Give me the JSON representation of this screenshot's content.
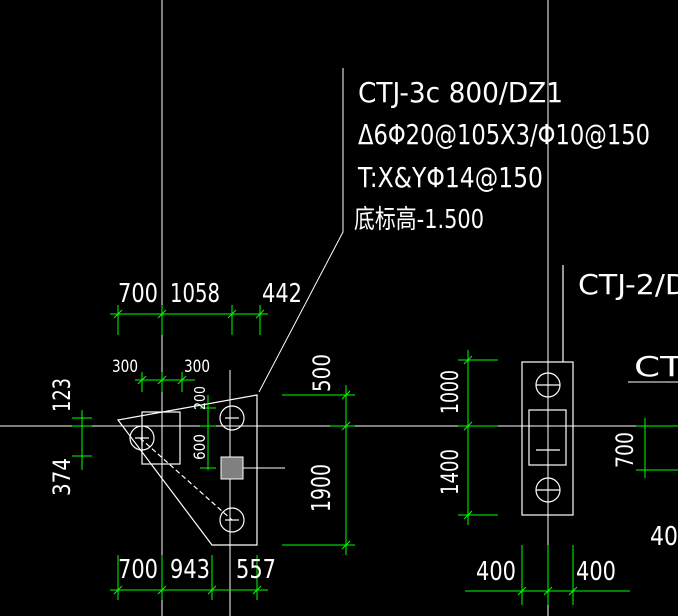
{
  "colors": {
    "background": "#000000",
    "linework": "#ffffff",
    "dimension": "#00ff00",
    "grid_axis": "#ffffff",
    "column": "#808080"
  },
  "callout_main": {
    "line1": "CTJ-3c 800/DZ1",
    "line2": "Δ6Φ20@105X3/Φ10@150",
    "line3": "T:X&YΦ14@150",
    "line4": "底标高-1.500"
  },
  "callout_right": {
    "label_a": "CTJ-2/D",
    "label_b": "CTJ"
  },
  "dims_left": {
    "top_700": "700",
    "top_1058": "1058",
    "top_442": "442",
    "pile_300_a": "300",
    "pile_300_b": "300",
    "pile_200": "200",
    "pile_600": "600",
    "vert_123": "123",
    "vert_374": "374",
    "vert_500": "500",
    "vert_1900": "1900",
    "bot_700": "700",
    "bot_943": "943",
    "bot_557": "557"
  },
  "dims_right": {
    "vert_1000": "1000",
    "vert_1400": "1400",
    "bot_400_a": "400",
    "bot_400_b": "400",
    "vert_700": "700",
    "edge_40": "40"
  }
}
